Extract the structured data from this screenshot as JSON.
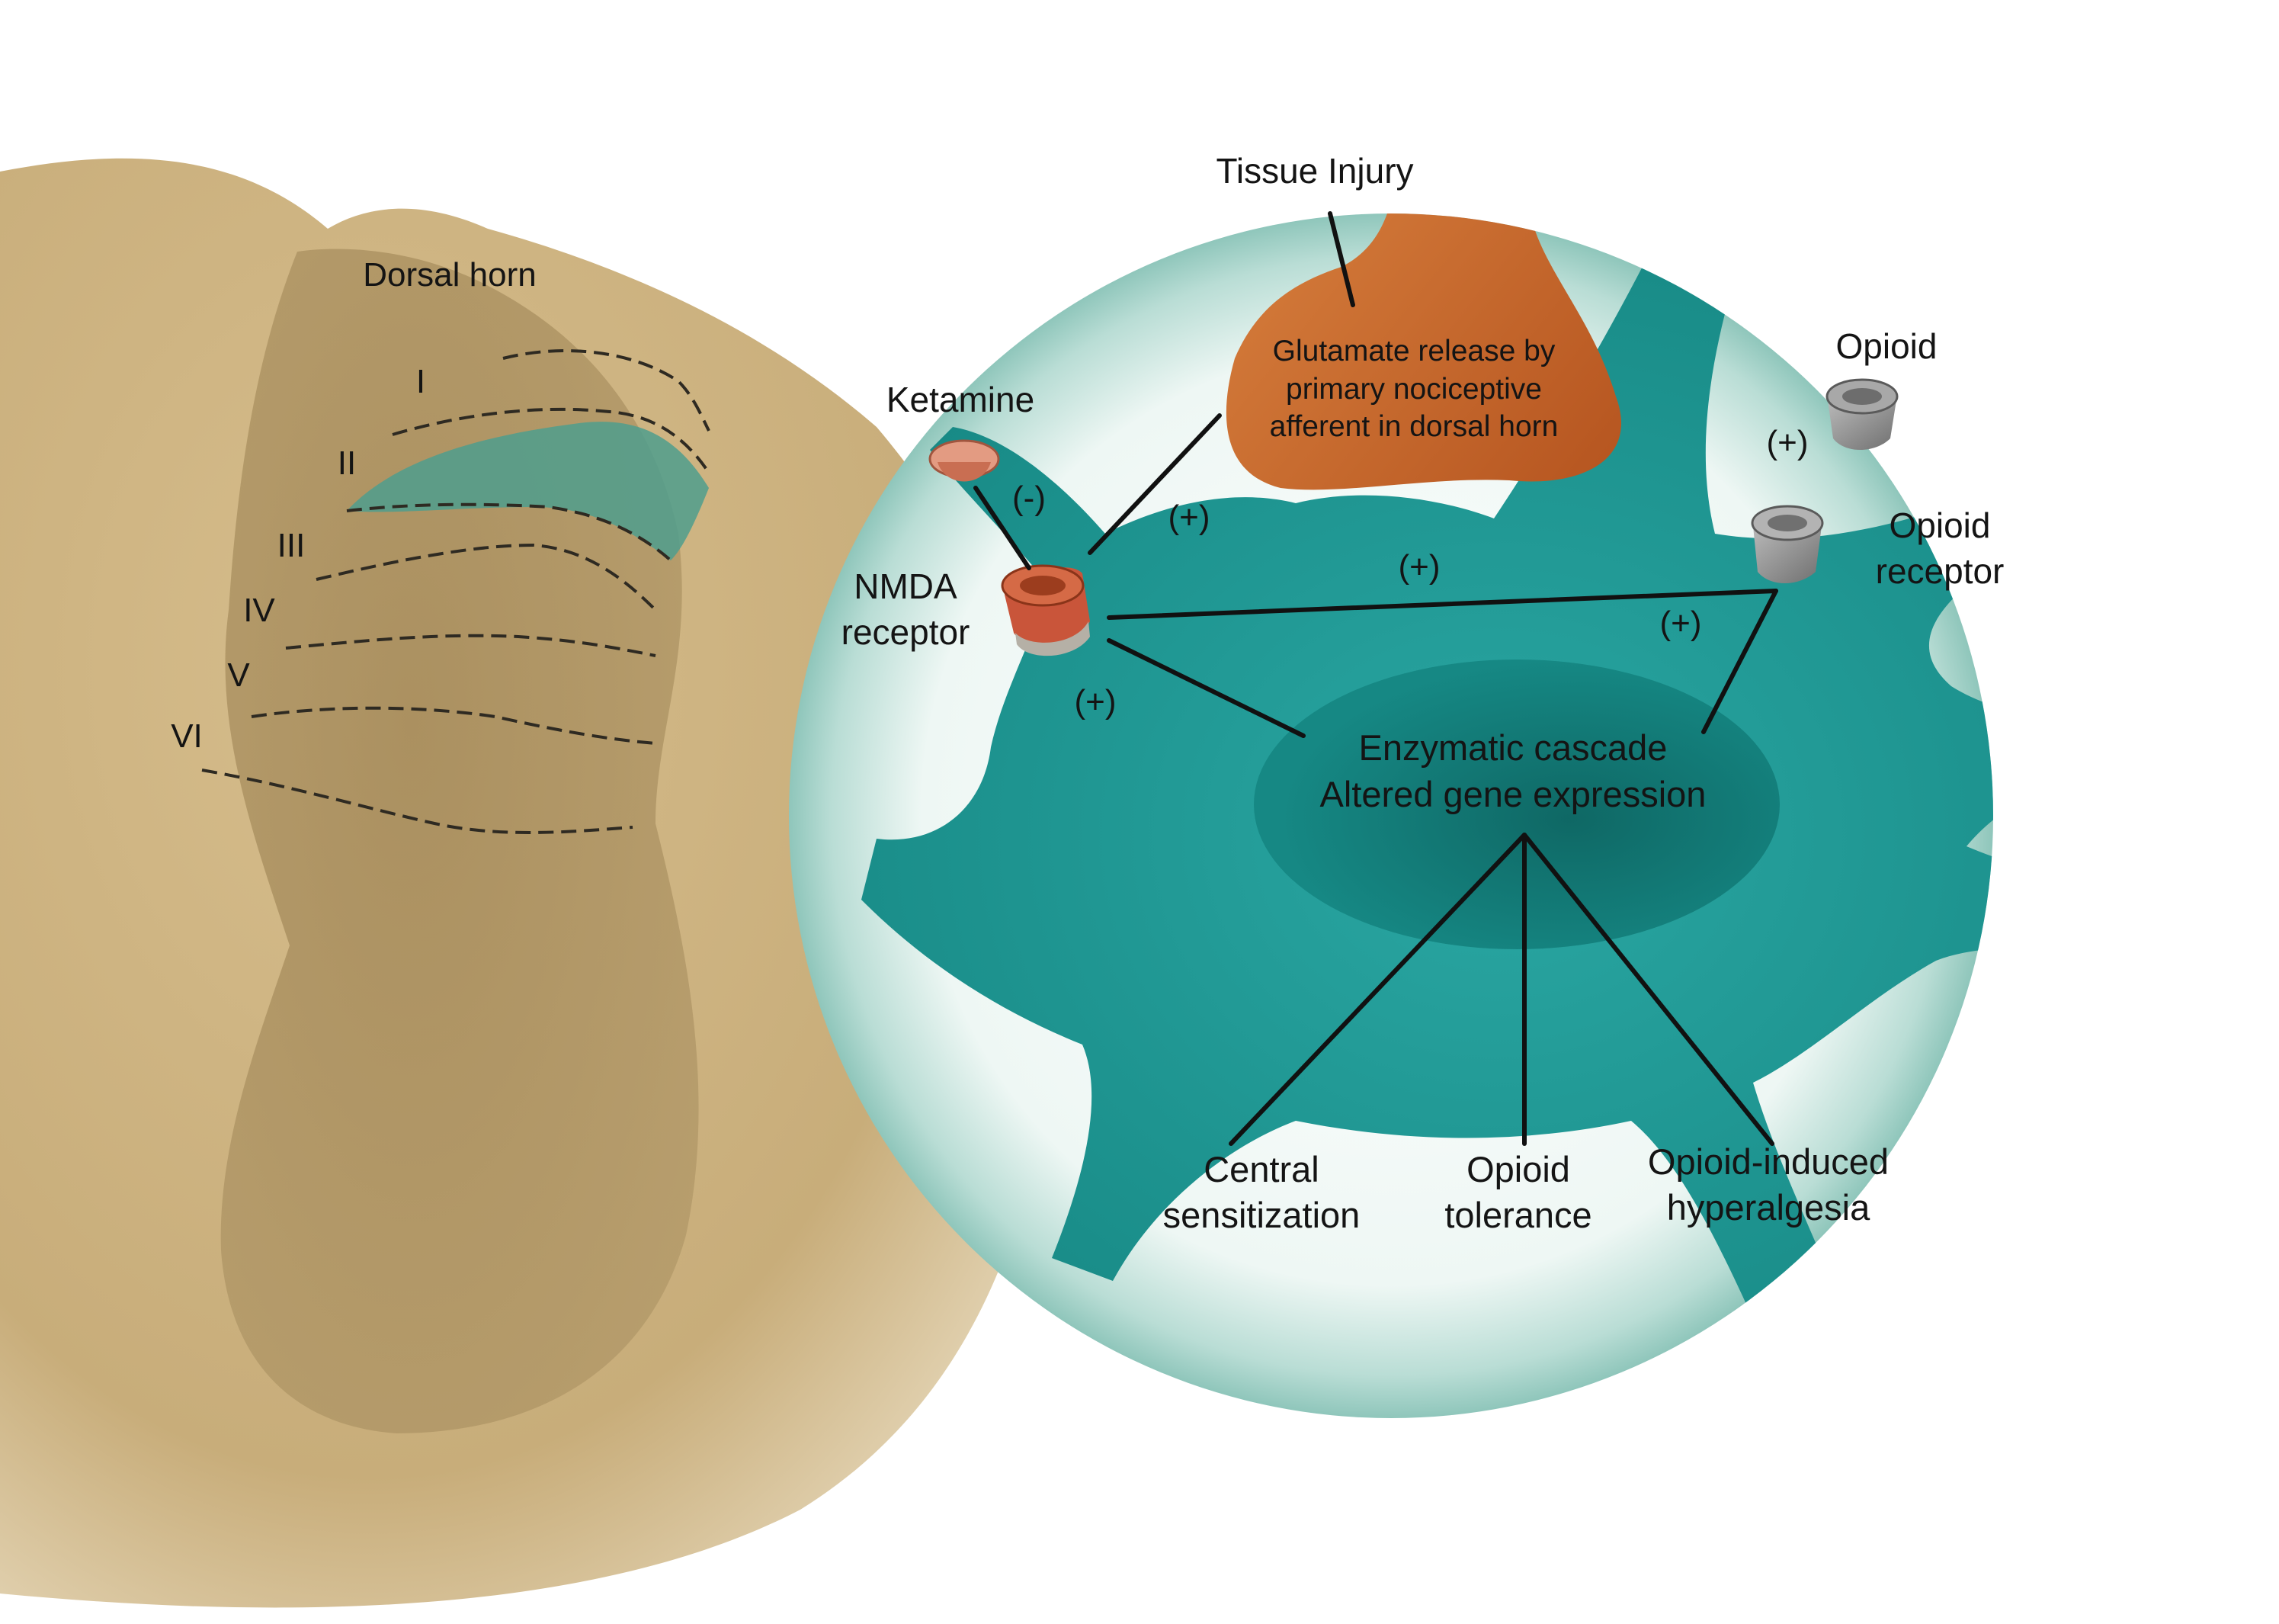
{
  "diagram": {
    "dorsal_horn_label": "Dorsal horn",
    "laminae": [
      "I",
      "II",
      "III",
      "IV",
      "V",
      "VI"
    ],
    "tissue_injury": "Tissue Injury",
    "glutamate_lines": [
      "Glutamate release by",
      "primary nociceptive",
      "afferent in dorsal horn"
    ],
    "ketamine": "Ketamine",
    "ketamine_effect": "(-)",
    "nmda_lines": [
      "NMDA",
      "receptor"
    ],
    "opioid": "Opioid",
    "opioid_effect": "(+)",
    "opioid_receptor_lines": [
      "Opioid",
      "receptor"
    ],
    "plus_sign": "(+)",
    "cascade_lines": [
      "Enzymatic cascade",
      "Altered gene expression"
    ],
    "outcomes": {
      "central_sensitization": [
        "Central",
        "sensitization"
      ],
      "opioid_tolerance": [
        "Opioid",
        "tolerance"
      ],
      "hyperalgesia": [
        "Opioid-induced",
        "hyperalgesia"
      ]
    },
    "colors": {
      "spinal_cord": "#c8ad7a",
      "gray_matter": "#a58a5a",
      "neuron": "#1e9b98",
      "nucleus": "#0f6f6c",
      "magnifier": "#cfe8e3",
      "terminal": "#c8652a",
      "nmda_receptor": "#c95432",
      "ketamine": "#e08a70",
      "opioid": "#8e8e8e"
    }
  }
}
